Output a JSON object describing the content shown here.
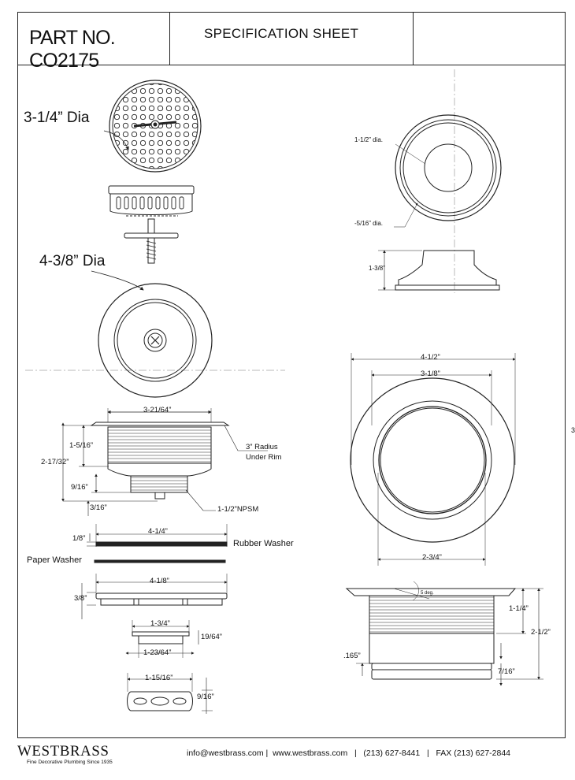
{
  "header": {
    "part_no": "PART NO. CO2175",
    "title": "SPECIFICATION SHEET"
  },
  "labels": {
    "strainer_dia": "3-1/4” Dia",
    "flange_dia": "4-3/8” Dia",
    "d_3_21_64": "3-21/64”",
    "d_1_5_16": "1-5/16”",
    "d_2_17_32": "2-17/32”",
    "d_3_radius": "3” Radius",
    "under_rim": "Under Rim",
    "d_9_16_a": "9/16”",
    "d_3_16": "3/16”",
    "npsm": "1-1/2”NPSM",
    "d_1_8": "1/8”",
    "d_4_1_4": "4-1/4”",
    "rubber_washer": "Rubber Washer",
    "paper_washer": "Paper Washer",
    "d_4_1_8": "4-1/8”",
    "d_3_8_a": "3/8”",
    "d_1_3_4": "1-3/4”",
    "d_19_64": "19/64”",
    "d_1_23_64": "1-23/64”",
    "d_1_15_16": "1-15/16”",
    "d_9_16_b": "9/16”",
    "r_1_1_2_dia": "1-1/2” dia.",
    "r_5_16_dia": "-5/16” dia.",
    "r_1_3_8": "1-3/8”",
    "r_4_1_2": "4-1/2”",
    "r_3_1_8": "3-1/8”",
    "r_2_3_4": "2-3/4”",
    "r_5_deg": "5 deg.",
    "r_1_1_4": "1-1/4”",
    "r_2_1_2": "2-1/2”",
    "r_165": ".165”",
    "r_7_16": "7/16”"
  },
  "page_number": "3",
  "footer": {
    "logo": "WESTBRASS",
    "tagline": "Fine Decorative Plumbing Since 1935",
    "contact": "info@westbrass.com |  www.westbrass.com   |   (213) 627-8441   |   FAX (213) 627-2844"
  }
}
